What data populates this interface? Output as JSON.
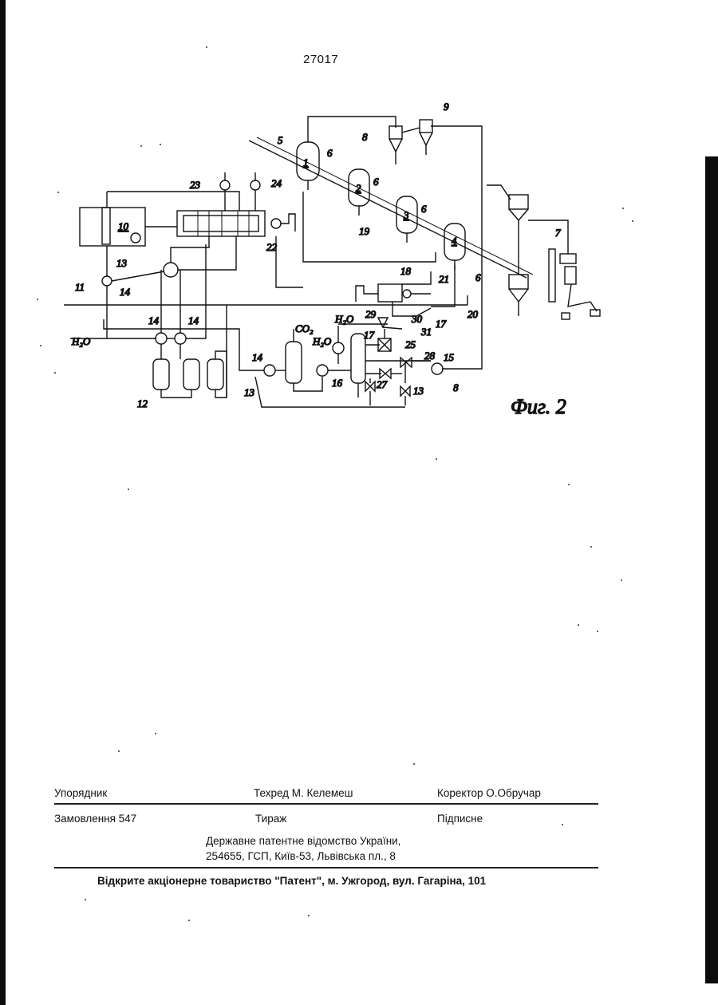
{
  "page_number": "27017",
  "figure_caption": "Фиг. 2",
  "diagram_labels": {
    "l1": "1",
    "l2": "2",
    "l3": "3",
    "l4": "4",
    "l5": "5",
    "l6": "6",
    "l7": "7",
    "l8": "8",
    "l9": "9",
    "l10": "10",
    "l11": "11",
    "l12": "12",
    "l13": "13",
    "l14": "14",
    "l15": "15",
    "l16": "16",
    "l17": "17",
    "l18": "18",
    "l19": "19",
    "l20": "20",
    "l21": "21",
    "l22": "22",
    "l23": "23",
    "l24": "24",
    "l25": "25",
    "l27": "27",
    "l28": "28",
    "l29": "29",
    "l30": "30",
    "l31": "31",
    "h2o": "H₂O",
    "co2": "CO₂"
  },
  "colophon": {
    "compiler": "Упорядник",
    "techred": "Техред М. Келемеш",
    "corrector": "Коректор О.Обручар",
    "order": "Замовлення 547",
    "circulation": "Тираж",
    "subscription": "Підписне",
    "office_line1": "Державне патентне відомство України,",
    "office_line2": "254655, ГСП, Київ-53, Львівська пл., 8",
    "printer": "Відкрите акціонерне товариство \"Патент\", м. Ужгород, вул. Гагаріна, 101"
  }
}
